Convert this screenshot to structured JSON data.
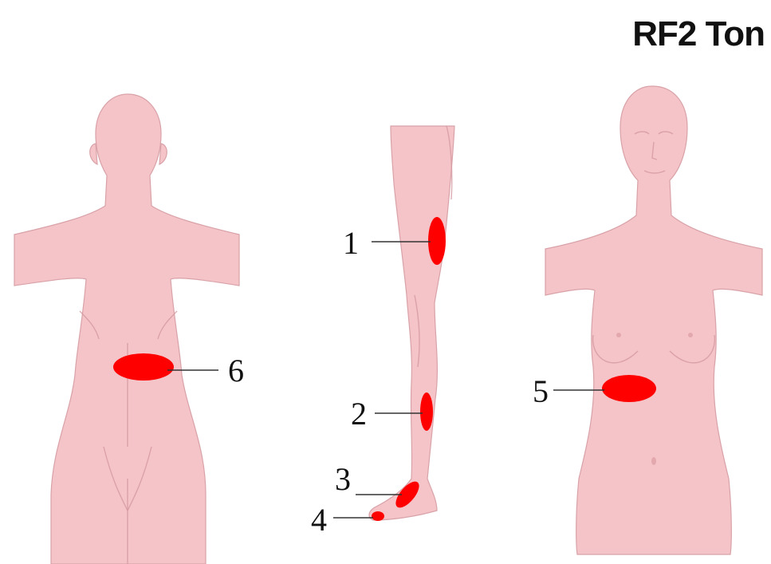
{
  "title": "RF2 Ton",
  "colors": {
    "skin": "#f4c4c8",
    "marker": "#ff0000",
    "text": "#111111"
  },
  "figures": [
    "back-view",
    "leg-side-view",
    "front-view"
  ],
  "markers": [
    {
      "label": "1",
      "location": "thigh"
    },
    {
      "label": "2",
      "location": "shin"
    },
    {
      "label": "3",
      "location": "foot"
    },
    {
      "label": "4",
      "location": "toe"
    },
    {
      "label": "5",
      "location": "front-abdomen"
    },
    {
      "label": "6",
      "location": "lower-back"
    }
  ]
}
